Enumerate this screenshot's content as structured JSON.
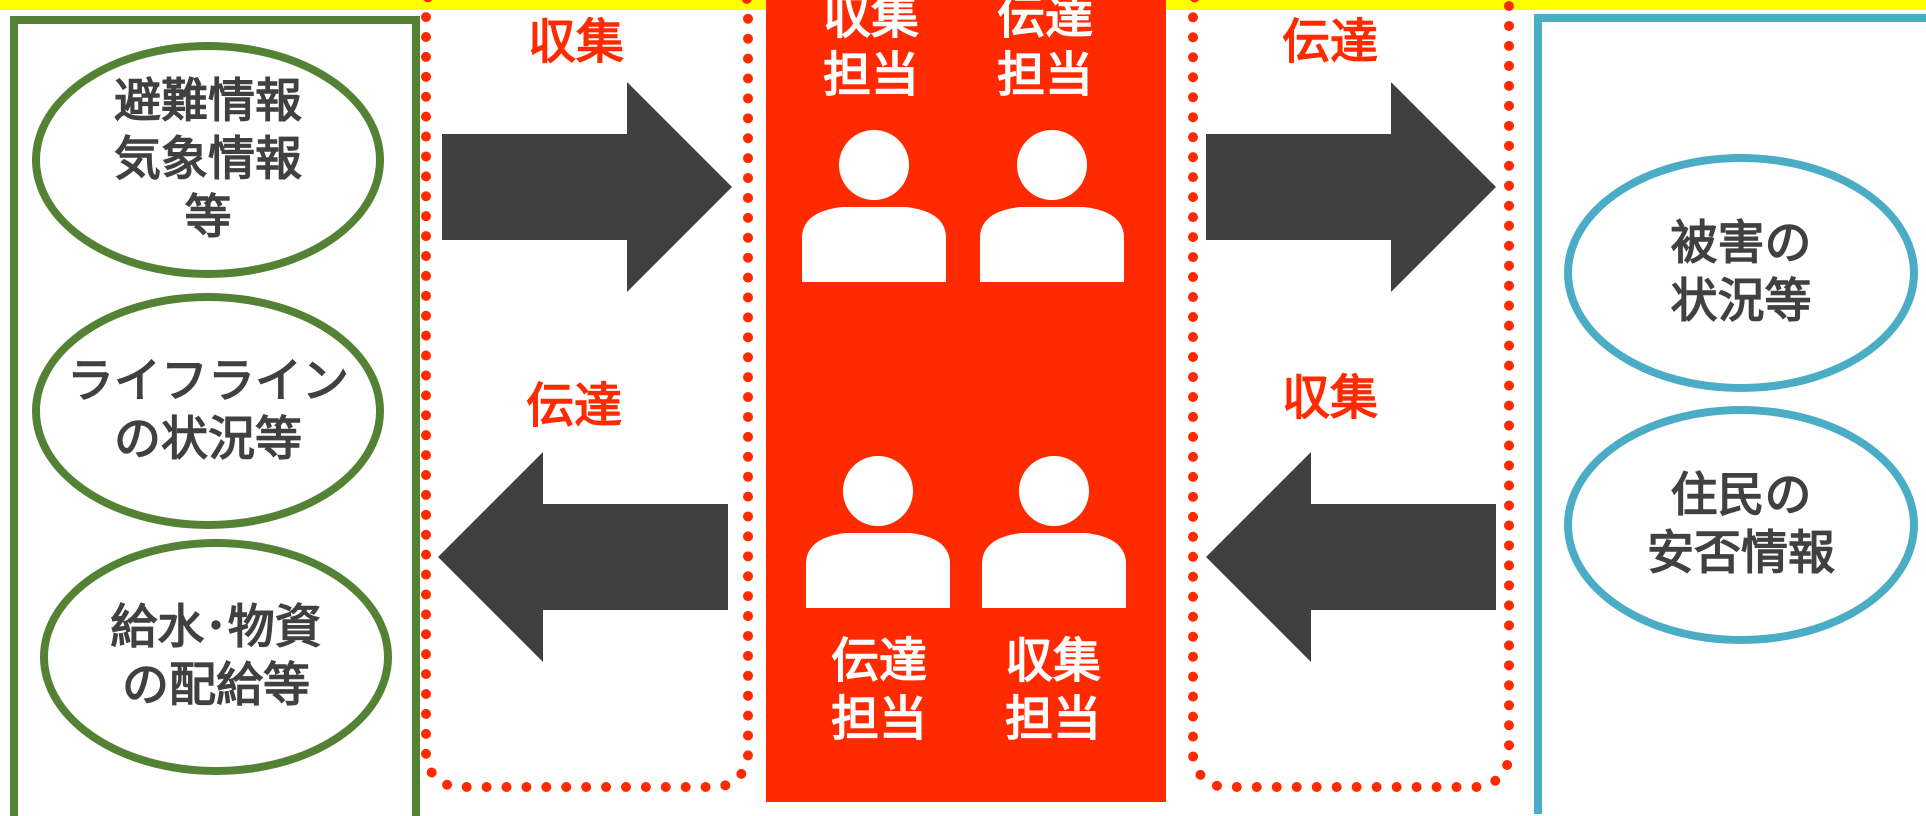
{
  "colors": {
    "accent_red": "#ff2a00",
    "green": "#548235",
    "blue": "#4bacc6",
    "arrow": "#404040",
    "top_bar": "#ffff00"
  },
  "left_items": [
    {
      "label": "避難情報\n気象情報\n等"
    },
    {
      "label": "ライフライン\nの状況等"
    },
    {
      "label": "給水･物資\nの配給等"
    }
  ],
  "right_items": [
    {
      "label": "被害の\n状況等"
    },
    {
      "label": "住民の\n安否情報"
    }
  ],
  "flows": {
    "left_top": "収集",
    "left_bottom": "伝達",
    "right_top": "伝達",
    "right_bottom": "収集"
  },
  "roles": {
    "top_left": "収集\n担当",
    "top_right": "伝達\n担当",
    "bottom_left": "伝達\n担当",
    "bottom_right": "収集\n担当"
  },
  "icons": {
    "arrow_right": "arrow-right-icon",
    "arrow_left": "arrow-left-icon",
    "person": "person-icon"
  }
}
